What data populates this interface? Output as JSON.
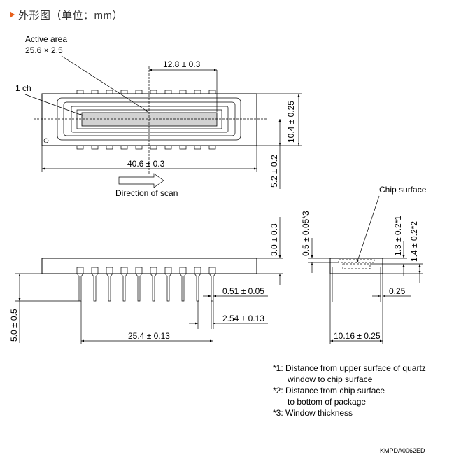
{
  "header": {
    "title": "外形图（单位：mm）"
  },
  "top_view": {
    "active_area_label": "Active area",
    "active_area_size": "25.6 × 2.5",
    "one_ch_label": "1 ch",
    "dim_center": "12.8 ± 0.3",
    "dim_length": "40.6 ± 0.3",
    "dim_height": "10.4 ± 0.25",
    "dim_offset": "5.2 ± 0.2",
    "direction_label": "Direction of scan"
  },
  "side_view": {
    "dim_body": "3.0 ± 0.3",
    "dim_lead": "5.0 ± 0.5",
    "dim_lead_width": "0.51 ± 0.05",
    "dim_pitch": "2.54 ± 0.13",
    "dim_span": "25.4 ± 0.13"
  },
  "end_view": {
    "chip_surface_label": "Chip surface",
    "dim_window": "0.5 ± 0.05*3",
    "dim_chip_top": "1.3 ± 0.2*1",
    "dim_chip_bottom": "1.4 ± 0.2*2",
    "dim_thickness": "0.25",
    "dim_width": "10.16 ± 0.25"
  },
  "notes": {
    "n1_line1": "*1: Distance from upper surface of quartz",
    "n1_line2": "window to chip surface",
    "n2_line1": "*2: Distance from chip surface",
    "n2_line2": "to bottom of package",
    "n3": "*3: Window thickness"
  },
  "drawing_code": "KMPDA0062ED",
  "colors": {
    "accent": "#e8601c",
    "rule": "#999999"
  }
}
